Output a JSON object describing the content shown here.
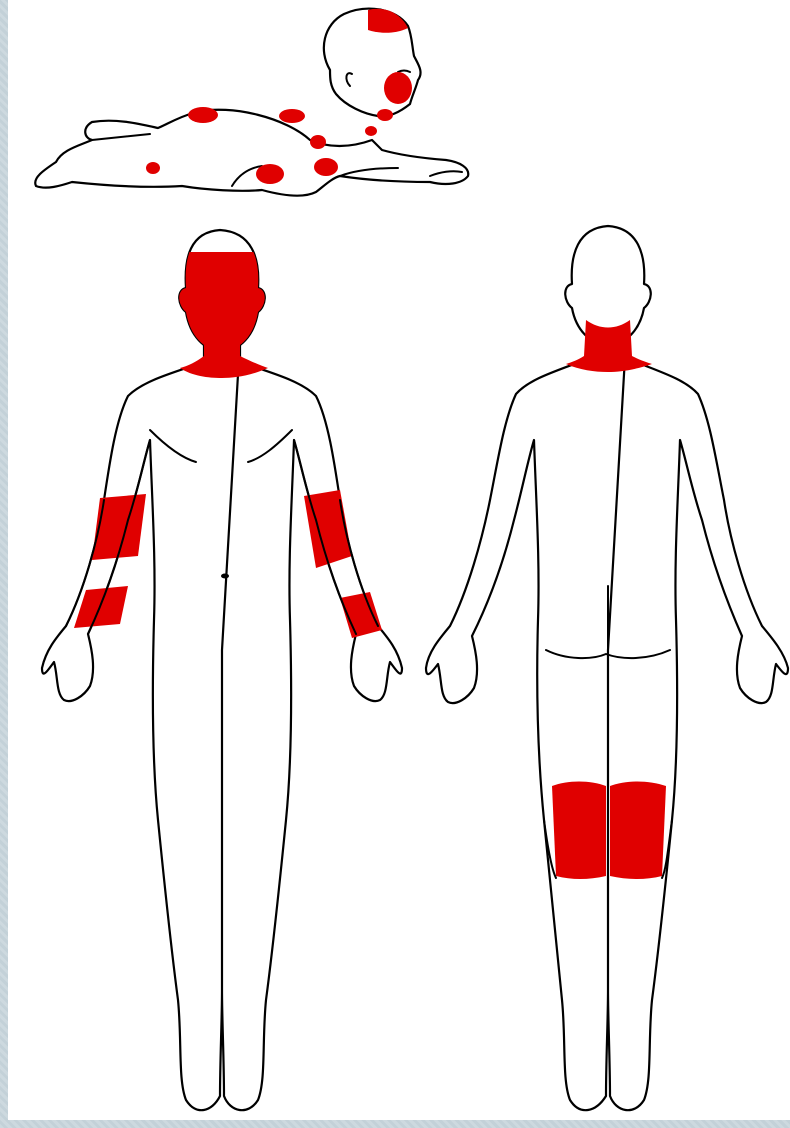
{
  "figure": {
    "views": [
      "infant-prone",
      "adult-front",
      "adult-back"
    ],
    "highlight_color": "#e00000",
    "outline_color": "#000000",
    "background_color": "#ffffff",
    "border_color": "#c9d6dc",
    "highlighted_regions": {
      "infant": [
        "scalp",
        "cheek",
        "neck",
        "back",
        "buttocks",
        "legs"
      ],
      "adult_front": [
        "face",
        "neck",
        "forearms",
        "wrists"
      ],
      "adult_back": [
        "nape-of-neck",
        "popliteal-fossae"
      ]
    }
  }
}
